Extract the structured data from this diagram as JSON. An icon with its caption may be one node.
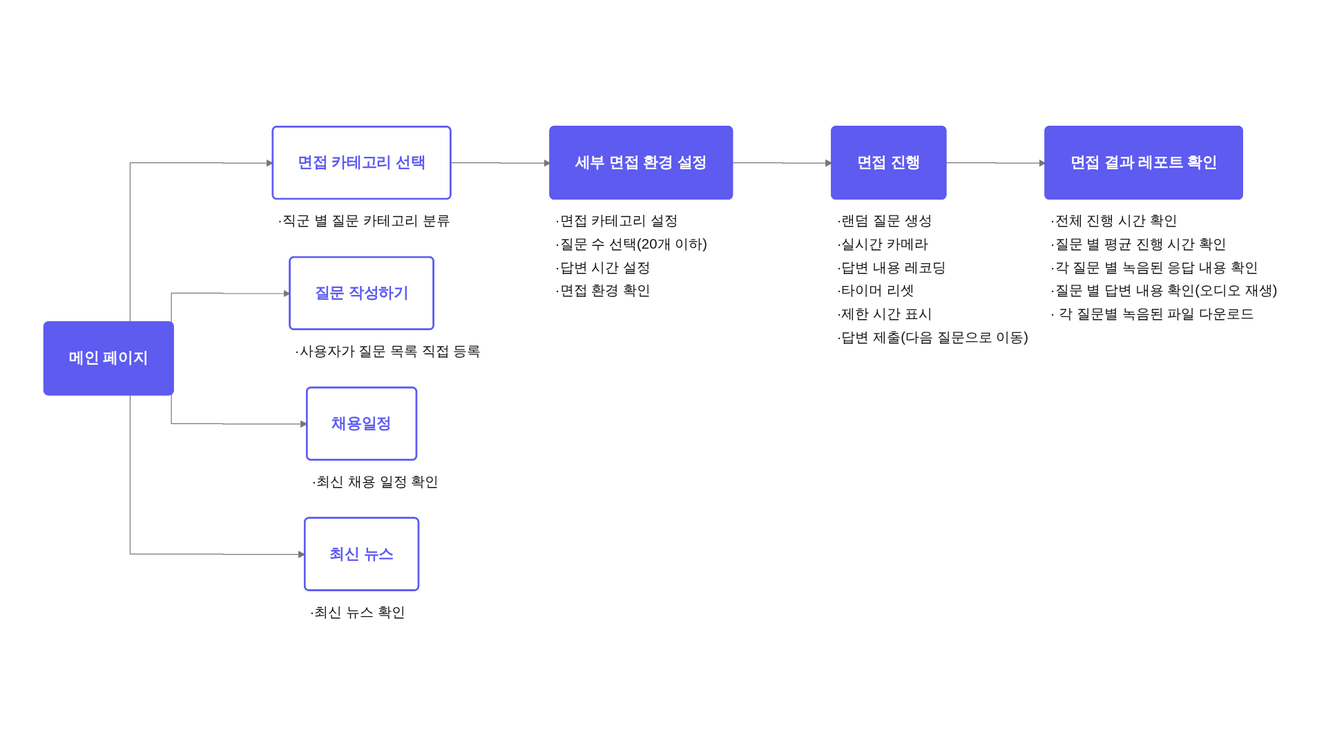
{
  "diagram": {
    "nodes": [
      {
        "text": [
          "메인 페이지"
        ]
      },
      {
        "text": [
          "면접 카테고리 선택"
        ],
        "beside": [
          "·직군 별 질문 카테고리 분류"
        ]
      },
      {
        "text": [
          "질문 작성하기"
        ],
        "beside": [
          "·사용자가 질문 목록 직접 등록"
        ]
      },
      {
        "text": [
          "채용일정"
        ],
        "beside": [
          "·최신 채용 일정 확인"
        ]
      },
      {
        "text": [
          "최신 뉴스"
        ],
        "beside": [
          "·최신 뉴스 확인"
        ]
      },
      {
        "text": [
          "세부 면접 환경 설정"
        ],
        "beside": [
          "·면접 카테고리 설정",
          "·질문 수 선택(20개 이하)",
          "·답변 시간 설정",
          "·면접 환경 확인"
        ]
      },
      {
        "text": [
          "면접 진행"
        ],
        "beside": [
          "·랜덤 질문 생성",
          "·실시간 카메라",
          "·답변 내용 레코딩",
          "·타이머 리셋",
          "·제한 시간 표시",
          "·답변 제출(다음 질문으로 이동)"
        ]
      },
      {
        "text": [
          "면접 결과 레포트 확인"
        ],
        "beside": [
          "·전체 진행 시간 확인",
          "·질문 별 평균 진행 시간 확인",
          "·각 질문 별 녹음된 응답 내용 확인",
          "·질문 별 답변 내용 확인(오디오 재생)",
          "· 각 질문별 녹음된 파일 다운로드"
        ]
      }
    ],
    "edges": [
      {
        "from": 0,
        "to": 1,
        "arrow": "to"
      },
      {
        "from": 0,
        "to": 2,
        "arrow": "to"
      },
      {
        "from": 0,
        "to": 3,
        "arrow": "to"
      },
      {
        "from": 0,
        "to": 4,
        "arrow": "to"
      },
      {
        "from": 1,
        "to": 5,
        "arrow": "to"
      },
      {
        "from": 5,
        "to": 6,
        "arrow": "to"
      },
      {
        "from": 6,
        "to": 7,
        "arrow": "to"
      }
    ]
  }
}
